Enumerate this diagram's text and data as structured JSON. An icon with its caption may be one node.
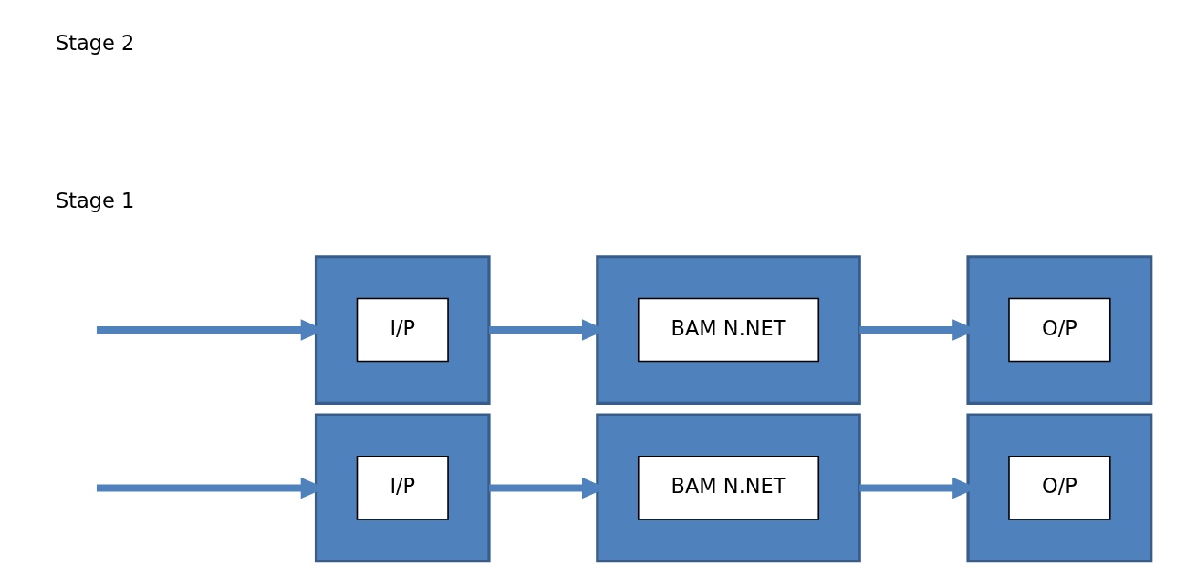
{
  "diagram": {
    "nodes": [
      {
        "text": [],
        "shape": "box"
      },
      {
        "text": [
          "I/P"
        ],
        "in": 0
      },
      {
        "text": [],
        "shape": "box"
      },
      {
        "text": [
          "BAM N.NET"
        ],
        "in": 2
      },
      {
        "text": [],
        "shape": "box"
      },
      {
        "text": [
          "O/P"
        ],
        "in": 4
      },
      {
        "text": [],
        "shape": "box"
      },
      {
        "text": [
          "I/P"
        ],
        "in": 6
      },
      {
        "text": [],
        "shape": "box"
      },
      {
        "text": [
          "BAM N.NET"
        ],
        "in": 8
      },
      {
        "text": [],
        "shape": "box"
      },
      {
        "text": [
          "O/P"
        ],
        "in": 10
      }
    ],
    "edges": [
      {
        "from": null,
        "to": 0,
        "arrow": "to"
      },
      {
        "from": 0,
        "to": 2,
        "arrow": "to"
      },
      {
        "from": 2,
        "to": 4,
        "arrow": "to"
      },
      {
        "from": null,
        "to": 6,
        "arrow": "to"
      },
      {
        "from": 6,
        "to": 8,
        "arrow": "to"
      },
      {
        "from": 8,
        "to": 10,
        "arrow": "to"
      }
    ],
    "labels": [
      "Stage 1",
      "Stage 2"
    ]
  }
}
